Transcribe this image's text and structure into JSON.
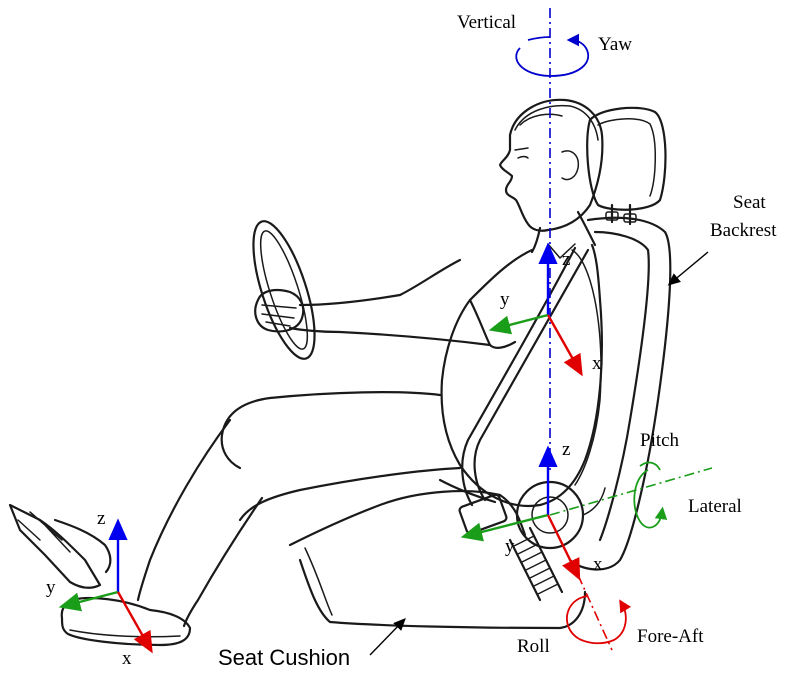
{
  "labels": {
    "vertical": "Vertical",
    "yaw": "Yaw",
    "seat_backrest_line1": "Seat",
    "seat_backrest_line2": "Backrest",
    "pitch": "Pitch",
    "lateral": "Lateral",
    "roll": "Roll",
    "fore_aft": "Fore-Aft",
    "seat_cushion": "Seat Cushion"
  },
  "axes": {
    "upper": {
      "z": "z",
      "y": "y",
      "x": "x"
    },
    "seat": {
      "z": "z",
      "y": "y",
      "x": "x"
    },
    "floor": {
      "z": "z",
      "y": "y",
      "x": "x"
    }
  },
  "colors": {
    "z_axis": "#0000ee",
    "y_axis": "#1a9e1a",
    "x_axis": "#e00000",
    "vertical_axis": "#0000cc",
    "lateral_axis": "#1a9e1a",
    "fore_aft_axis": "#e00000",
    "ink": "#1a1a1a"
  }
}
